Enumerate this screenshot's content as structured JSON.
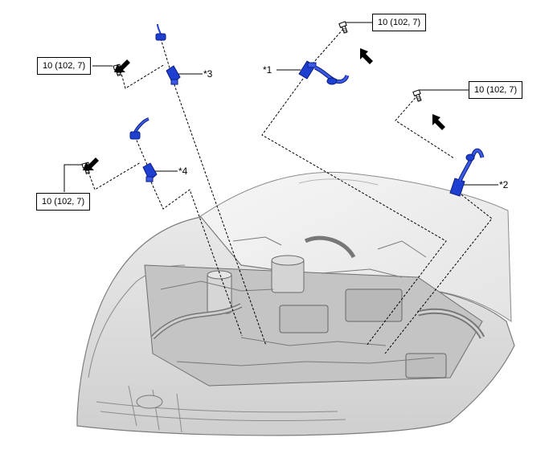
{
  "torque_labels": {
    "top_right": "10 (102, 7)",
    "upper_left": "10 (102, 7)",
    "right": "10 (102, 7)",
    "lower_left": "10 (102, 7)"
  },
  "callouts": {
    "c1": "*1",
    "c2": "*2",
    "c3": "*3",
    "c4": "*4"
  },
  "colors": {
    "part_blue": "#1f3fd0",
    "engine_gray": "#9a9a9a",
    "line": "#000000"
  },
  "icons": {
    "bolt": "bolt-icon",
    "arrow": "tighten-arrow-icon",
    "sensor": "sensor-icon"
  }
}
